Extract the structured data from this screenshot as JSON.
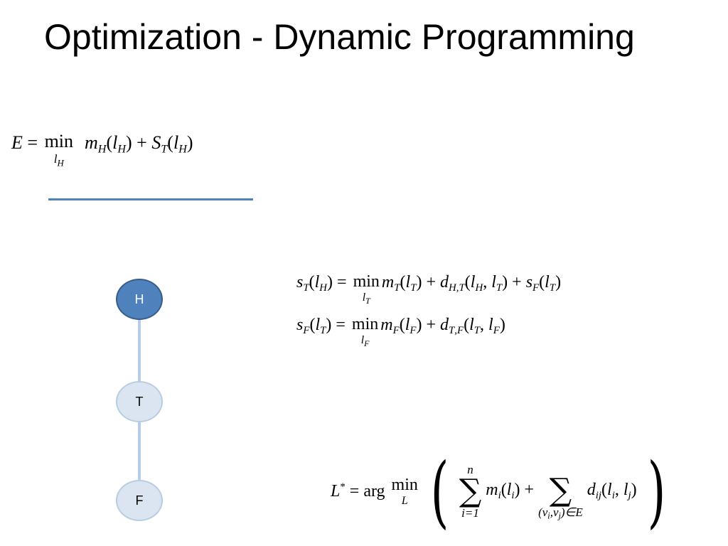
{
  "slide": {
    "title": "Optimization - Dynamic Programming"
  },
  "equations": {
    "energy": "E = min_{l_H} m_H(l_H) + S_T(l_H)",
    "s_t": "s_T(l_H) = min_{l_T} m_T(l_T) + d_{H,T}(l_H, l_T) + s_F(l_T)",
    "s_f": "s_F(l_T) = min_{l_F} m_F(l_F) + d_{T,F}(l_T, l_F)",
    "argmin": "L* = arg min_L ( Σ_{i=1}^{n} m_i(l_i) + Σ_{(v_i,v_j)∈E} d_ij(l_i, l_j) )"
  },
  "tree": {
    "nodes": [
      {
        "label": "H"
      },
      {
        "label": "T"
      },
      {
        "label": "F"
      }
    ]
  },
  "colors": {
    "accent": "#4f81bd",
    "node_light": "#dbe5f1",
    "edge": "#b7cde3"
  }
}
